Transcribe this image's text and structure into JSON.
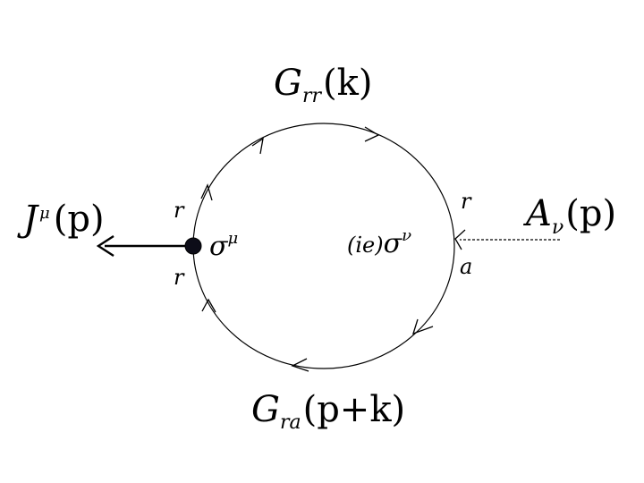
{
  "diagram": {
    "top_propagator": {
      "symbol": "G",
      "subscript": "rr",
      "argument": "(k)"
    },
    "bottom_propagator": {
      "symbol": "G",
      "subscript": "ra",
      "argument": "(p+k)"
    },
    "left_field": {
      "symbol": "J",
      "superscript": "μ",
      "argument": "(p)"
    },
    "right_field": {
      "symbol": "A",
      "subscript": "ν",
      "argument": "(p)"
    },
    "left_vertex": {
      "symbol": "σ",
      "superscript": "μ"
    },
    "right_vertex": {
      "prefix": "(ie)",
      "symbol": "σ",
      "superscript": "ν"
    },
    "left_vertex_labels": {
      "upper": "r",
      "lower": "r"
    },
    "right_vertex_labels": {
      "upper": "r",
      "lower": "a"
    }
  }
}
